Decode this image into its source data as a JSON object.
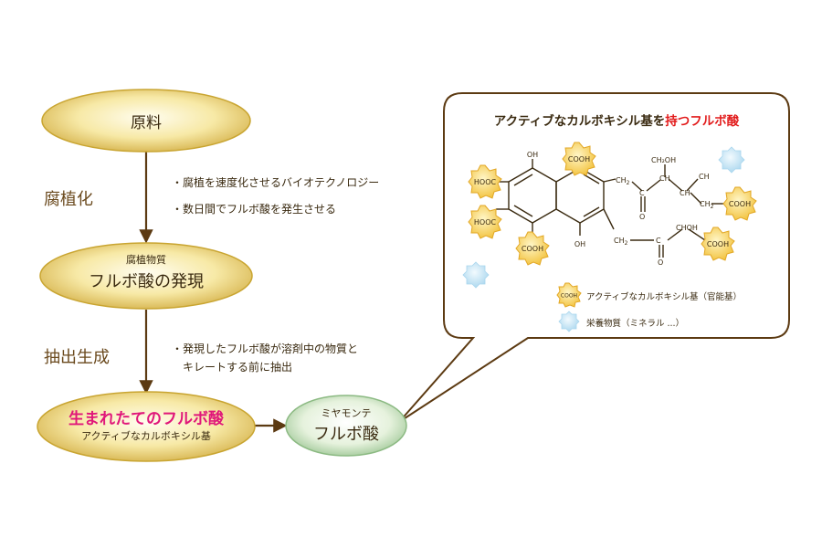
{
  "nodes": {
    "raw": {
      "label": "原料"
    },
    "humic": {
      "sub": "腐植物質",
      "label": "フルボ酸の発現"
    },
    "fresh": {
      "label": "生まれたてのフルボ酸",
      "sub": "アクティブなカルボキシル基"
    },
    "miyamonte": {
      "sub": "ミヤモンテ",
      "label": "フルボ酸"
    }
  },
  "steps": {
    "humification": "腐植化",
    "extraction": "抽出生成"
  },
  "notes": {
    "humification": [
      "・腐植を速度化させるバイオテクノロジー",
      "・数日間でフルボ酸を発生させる"
    ],
    "extraction": [
      "・発現したフルボ酸が溶剤中の物質と",
      "　キレートする前に抽出"
    ]
  },
  "callout": {
    "title_part1": "アクティブなカルボキシル基を",
    "title_part2": "持つフルボ酸"
  },
  "molecule": {
    "labels": {
      "oh": "OH",
      "cooh": "COOH",
      "hooc": "HOOC",
      "ch2": "CH",
      "ch2_sub": "2",
      "ch2oh": "CH₂OH",
      "ch": "CH",
      "c": "C",
      "o": "O",
      "choh": "CHOH"
    }
  },
  "legend": {
    "carboxyl": "アクティブなカルボキシル基（官能基）",
    "nutrient": "栄養物質（ミネラル ...）"
  },
  "colors": {
    "brown": "#5c3a12",
    "gold_light": "#fdf6c8",
    "gold_dark": "#c9a531",
    "green_light": "#f4faef",
    "green_dark": "#8cba83",
    "pink": "#e0177a",
    "red": "#e21b1b",
    "blue": "#bfe1f3"
  }
}
